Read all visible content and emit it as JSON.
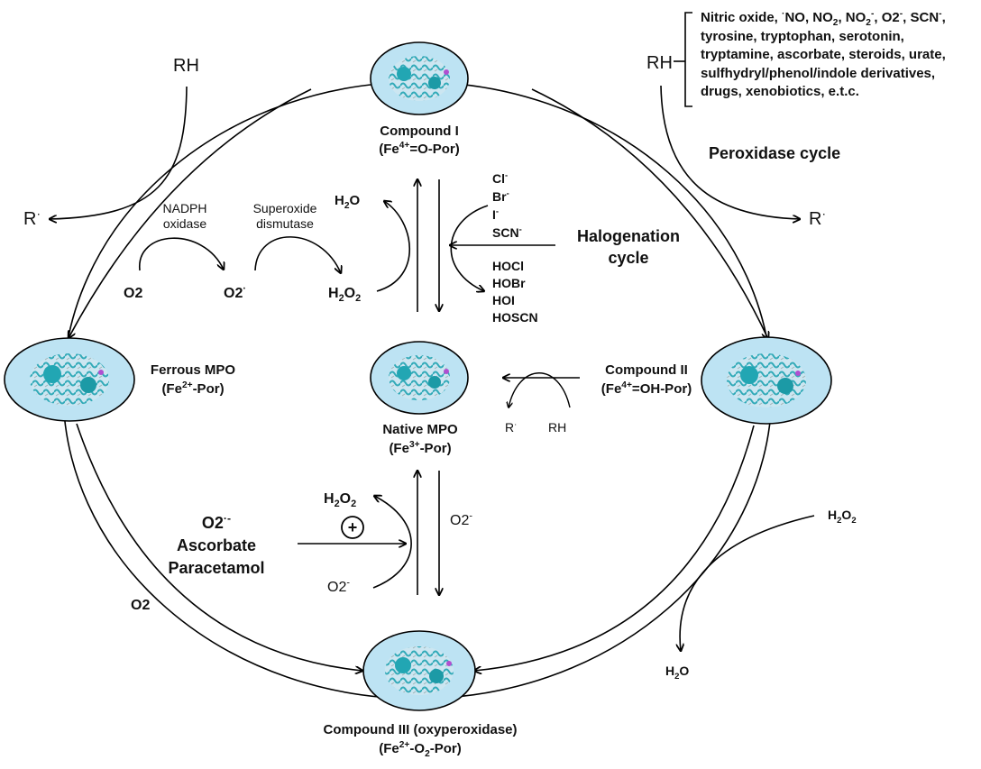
{
  "diagram": {
    "compounds": {
      "compound1": {
        "name": "Compound I",
        "formula": "(Fe4+=O-Por)"
      },
      "native": {
        "name": "Native MPO",
        "formula": "(Fe3+-Por)"
      },
      "ferrous": {
        "name": "Ferrous MPO",
        "formula": "(Fe2+-Por)"
      },
      "compound2": {
        "name": "Compound II",
        "formula": "(Fe4+=OH-Por)"
      },
      "compound3": {
        "name": "Compound III (oxyperoxidase)",
        "formula": "(Fe2+-O2-Por)"
      }
    },
    "peroxidase_cycle": {
      "title": "Peroxidase cycle",
      "rh_left": "RH",
      "r_left": "R·",
      "rh_right": "RH",
      "r_right": "R·",
      "substrates": [
        "Nitric oxide, ·NO, NO2, NO2-, O2-, SCN-,",
        "tyrosine, tryptophan, serotonin,",
        "tryptamine, ascorbate, steroids, urate,",
        "sulfhydryl/phenol/indole derivatives,",
        "drugs, xenobiotics, e.t.c."
      ]
    },
    "halogenation_cycle": {
      "title_line1": "Halogenation",
      "title_line2": "cycle",
      "halides": [
        "Cl-",
        "Br-",
        "I-",
        "SCN-"
      ],
      "products": [
        "HOCl",
        "HOBr",
        "HOI",
        "HOSCN"
      ],
      "h2o": "H2O",
      "h2o2": "H2O2"
    },
    "superoxide_pathway": {
      "o2": "O2",
      "o2_radical": "O2·",
      "nadph_line1": "NADPH",
      "nadph_line2": "oxidase",
      "sod_line1": "Superoxide",
      "sod_line2": "dismutase"
    },
    "compound2_reduction": {
      "r": "R·",
      "rh": "RH"
    },
    "compound3_pathway": {
      "reductants": [
        "O2·-",
        "Ascorbate",
        "Paracetamol"
      ],
      "h2o2": "H2O2",
      "plus": "+",
      "o2_minus_left": "O2-",
      "o2_minus_right": "O2-",
      "o2_outer": "O2"
    },
    "compound3_to_compound2": {
      "h2o2": "H2O2",
      "h2o": "H2O"
    }
  }
}
